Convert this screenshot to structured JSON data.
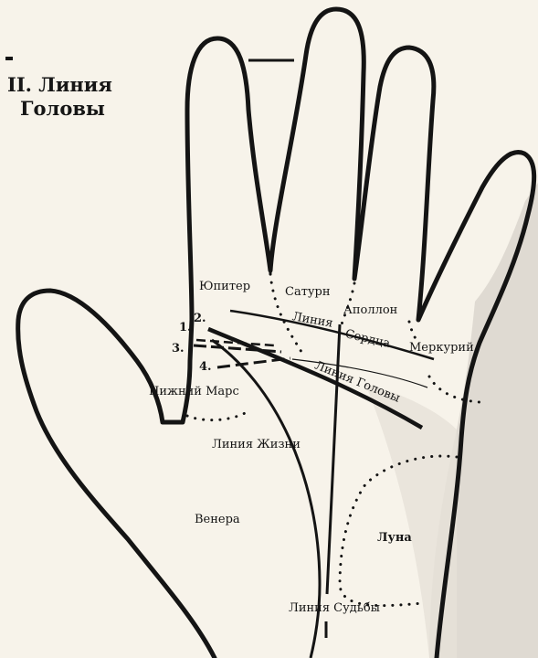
{
  "title": {
    "line1": "II. Линия",
    "line2": "Головы"
  },
  "mounts": {
    "jupiter": "Юпитер",
    "saturn": "Сатурн",
    "apollo": "Аполлон",
    "mercury": "Меркурий",
    "lower_mars": "Нижний Марс",
    "venus": "Венера",
    "moon": "Луна"
  },
  "lines": {
    "heart": "Линия Сердца",
    "heart_part1": "Линия",
    "heart_part2": "Сердца",
    "head": "Линия Головы",
    "life": "Линия Жизни",
    "fate": "Линия Судьбы"
  },
  "head_line_origins": [
    "1.",
    "2.",
    "3.",
    "4."
  ],
  "colors": {
    "ink": "#141414",
    "paper": "#f7f3ea",
    "shadow": "#d9d4cb"
  }
}
